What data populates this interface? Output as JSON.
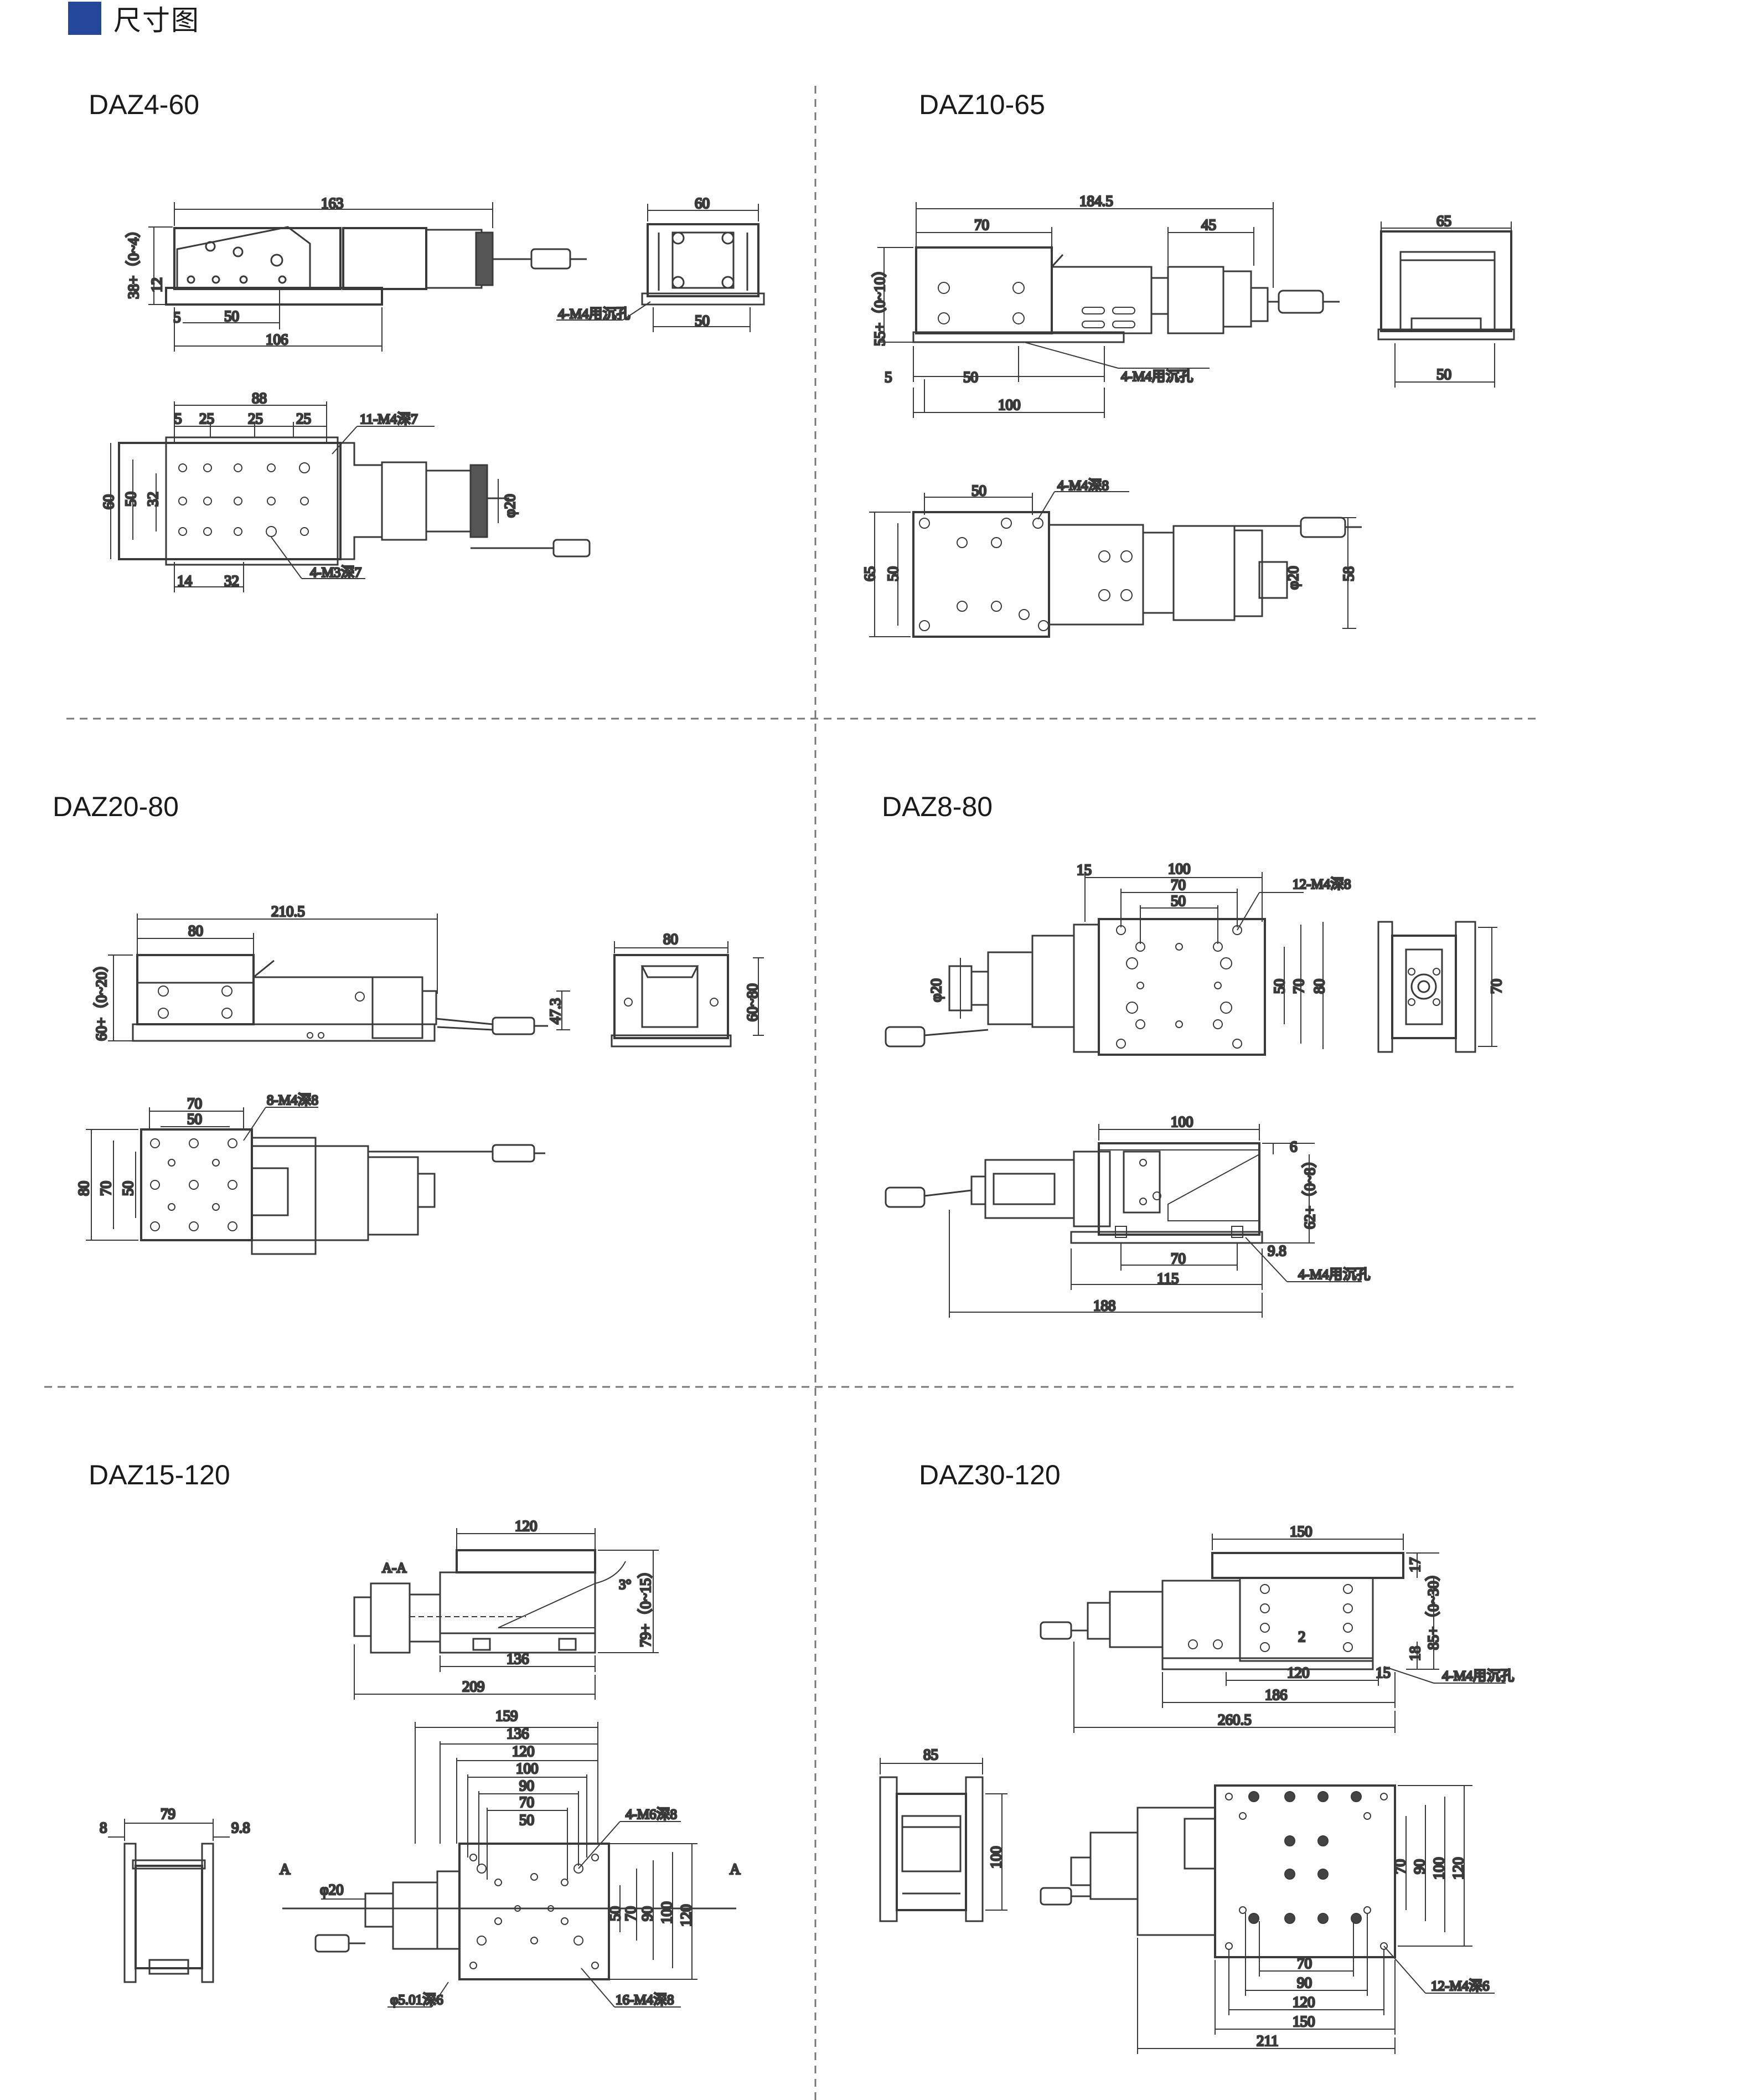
{
  "header": {
    "title": "尺寸图",
    "accent_color": "#24479a"
  },
  "models": [
    {
      "id": "DAZ4-60",
      "dims": {
        "d163": "163",
        "d60": "60",
        "d38": "38+（0~4）",
        "d12": "12",
        "d5": "5",
        "d50": "50",
        "d106": "106",
        "dr50": "50",
        "holeNote": "4-M4用沉孔",
        "d88": "88",
        "d25a": "25",
        "d25b": "25",
        "d25c": "25",
        "d5t": "5",
        "holes11": "11-M4深7",
        "v60": "60",
        "v50": "50",
        "v32": "32",
        "phi": "φ20",
        "d14": "14",
        "d32h": "32",
        "holes4": "4-M3深7"
      }
    },
    {
      "id": "DAZ10-65",
      "dims": {
        "d1845": "184.5",
        "d70": "70",
        "d45": "45",
        "d65": "65",
        "d55": "55+（0~10）",
        "d5": "5",
        "d50": "50",
        "d100": "100",
        "holeNote": "4-M4用沉孔",
        "dr50": "50",
        "t50": "50",
        "holesTop": "4-M4深8",
        "v65": "65",
        "v50": "50",
        "phi": "φ20",
        "v58": "58"
      }
    },
    {
      "id": "DAZ20-80",
      "dims": {
        "d2105": "210.5",
        "d80": "80",
        "d60": "60+（0~20）",
        "d473": "47.3",
        "dr80": "80",
        "dr6080": "60~80",
        "t70": "70",
        "t50": "50",
        "holes8": "8-M4深8",
        "v80": "80",
        "v70": "70",
        "v50": "50"
      }
    },
    {
      "id": "DAZ8-80",
      "dims": {
        "d15": "15",
        "d100": "100",
        "d70": "70",
        "d50": "50",
        "holes12": "12-M4深8",
        "phi": "φ20",
        "v50": "50",
        "v70": "70",
        "v80": "80",
        "r70": "70",
        "b100": "100",
        "d6": "6",
        "d62": "62+（0~8）",
        "d98": "9.8",
        "b70": "70",
        "b115": "115",
        "holeNote": "4-M4用沉孔",
        "b188": "188"
      }
    },
    {
      "id": "DAZ15-120",
      "dims": {
        "d120": "120",
        "aa": "A-A",
        "ang": "3°",
        "d79": "79+（0~15）",
        "d136": "136",
        "d209": "209",
        "t159": "159",
        "t136": "136",
        "t120": "120",
        "t100": "100",
        "t90": "90",
        "t70": "70",
        "t50": "50",
        "holes4": "4-M6深8",
        "aL": "A",
        "aR": "A",
        "phi": "φ20",
        "v50": "50",
        "v70": "70",
        "v90": "90",
        "v100": "100",
        "v120": "120",
        "phi5": "φ5.01深6",
        "holes16": "16-M4深8",
        "s8": "8",
        "s79": "79",
        "s98": "9.8"
      }
    },
    {
      "id": "DAZ30-120",
      "dims": {
        "d150": "150",
        "d17": "17",
        "d85": "85+（0~30）",
        "d18": "18",
        "d2": "2",
        "d120": "120",
        "d15": "15",
        "holeNote": "4-M4用沉孔",
        "d186": "186",
        "d2605": "260.5",
        "s85": "85",
        "s100": "100",
        "v70": "70",
        "v90": "90",
        "v100": "100",
        "v120": "120",
        "holes12": "12-M4深6",
        "b70": "70",
        "b90": "90",
        "b120": "120",
        "b150": "150",
        "b211": "211"
      }
    }
  ]
}
